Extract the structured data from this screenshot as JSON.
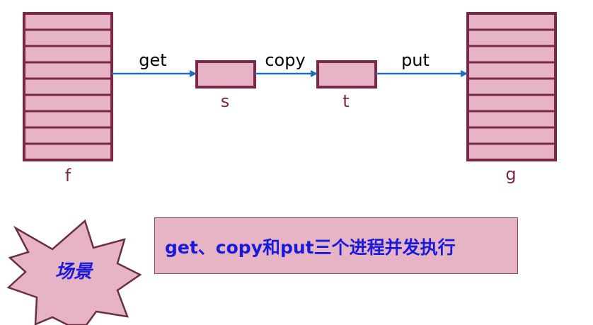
{
  "diagram": {
    "buffer_f_label": "f",
    "buffer_g_label": "g",
    "buffer_s_label": "s",
    "buffer_t_label": "t",
    "arrow_get_label": "get",
    "arrow_copy_label": "copy",
    "arrow_put_label": "put"
  },
  "scene": {
    "badge_label": "场景",
    "description": "get、copy和put三个进程并发执行"
  },
  "colors": {
    "buffer_fill": "#e6b4c4",
    "buffer_border": "#7b2848",
    "arrow": "#1f6fc4",
    "label_dark": "#7b2848",
    "description_text": "#1a1adb"
  }
}
